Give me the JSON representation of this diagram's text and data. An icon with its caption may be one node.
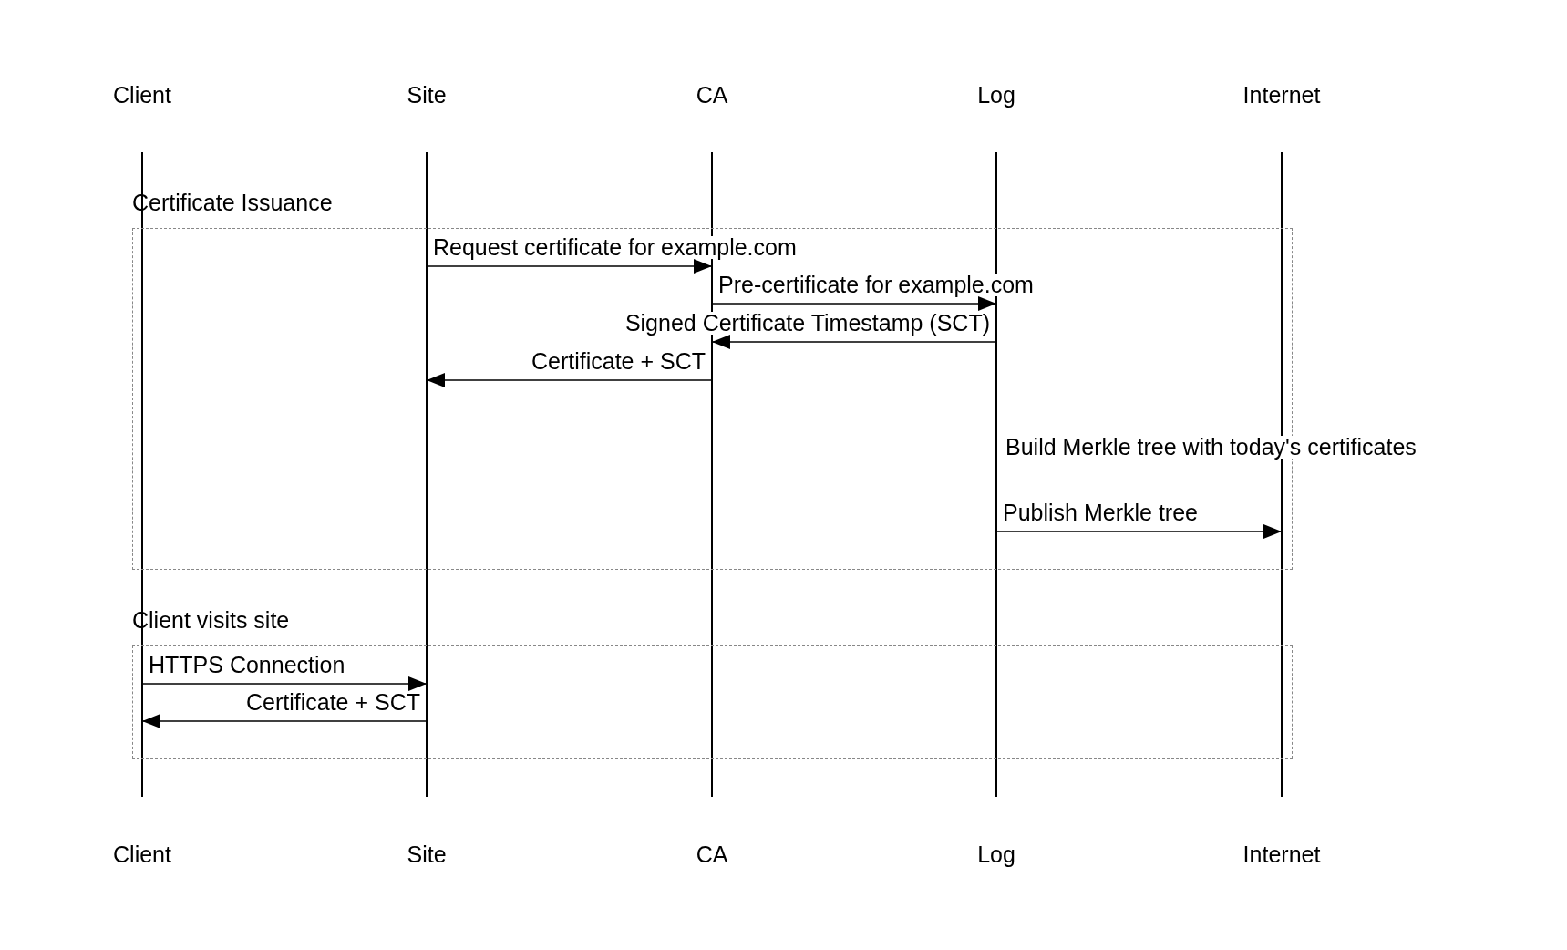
{
  "diagram": {
    "nodes": [
      {
        "text": [],
        "shape": "bar",
        "beside": [
          "Client",
          "Client"
        ]
      },
      {
        "text": [],
        "shape": "bar",
        "beside": [
          "Site",
          "Site"
        ]
      },
      {
        "text": [],
        "shape": "bar",
        "beside": [
          "CA",
          "CA"
        ]
      },
      {
        "text": [],
        "shape": "bar",
        "beside": [
          "Log",
          "Log"
        ]
      },
      {
        "text": [],
        "shape": "bar",
        "beside": [
          "Internet",
          "Internet"
        ]
      },
      {
        "text": [
          "Certificate Issuance"
        ]
      },
      {
        "text": [
          "Client visits site"
        ]
      }
    ],
    "edges": [
      {
        "from": 1,
        "to": 2,
        "arrow": "to",
        "label": "Request certificate for example.com"
      },
      {
        "from": 2,
        "to": 3,
        "arrow": "to",
        "label": "Pre-certificate for example.com"
      },
      {
        "from": 3,
        "to": 2,
        "arrow": "to",
        "label": "Signed Certificate Timestamp (SCT)"
      },
      {
        "from": 2,
        "to": 1,
        "arrow": "to",
        "label": "Certificate + SCT"
      },
      {
        "from": 3,
        "to": 4,
        "arrow": "to",
        "label": "Publish Merkle tree"
      },
      {
        "from": 0,
        "to": 1,
        "arrow": "to",
        "label": "HTTPS Connection"
      },
      {
        "from": 1,
        "to": 0,
        "arrow": "to",
        "label": "Certificate + SCT"
      }
    ],
    "labels": [
      "Build Merkle tree with today's certificates"
    ]
  }
}
